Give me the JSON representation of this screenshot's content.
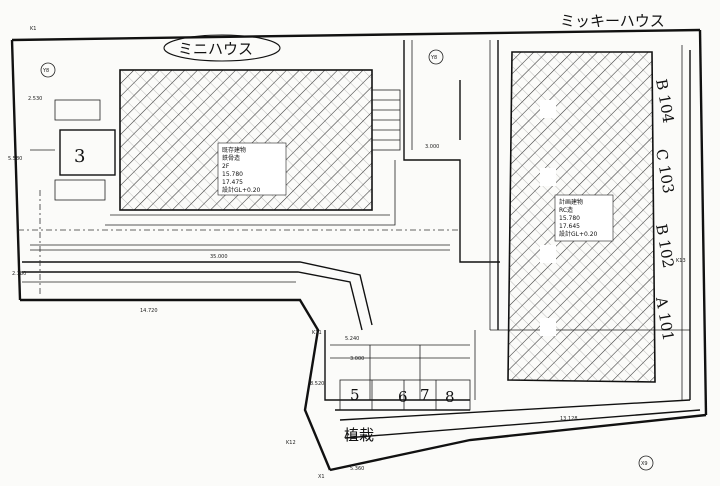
{
  "handwritten": {
    "top_left_title": "ミニハウス",
    "top_right_title": "ミッキーハウス",
    "left_unit_3": "3",
    "right_units": [
      "B 104",
      "C 103",
      "B 102",
      "A 101"
    ],
    "bottom_units": [
      "5",
      "6",
      "7",
      "8"
    ],
    "planting": "植栽"
  },
  "grid_marks": {
    "y8_left": "Y8",
    "y8_mid": "Y8",
    "x9": "X9",
    "k11": "K11",
    "k12": "K12",
    "k13": "K13",
    "k1": "K1",
    "x1": "X1"
  },
  "building_left": {
    "line1": "既存建物",
    "line2": "鉄骨造",
    "line3": "2F",
    "line4": "15.780",
    "line5": "17.475",
    "line6": "設計GL+0.20"
  },
  "building_right": {
    "line1": "計画建物",
    "line2": "RC造",
    "line3": "15.780",
    "line4": "17.645",
    "line5": "設計GL+0.20"
  },
  "dims": {
    "d1": "5.580",
    "d2": "3.000",
    "d3": "35.000",
    "d4": "14.720",
    "d5": "5.240",
    "d6": "3.000",
    "d7": "13.128",
    "d8": "5.360",
    "d9": "2.530",
    "d10": "8.520",
    "d11": "2.380"
  }
}
